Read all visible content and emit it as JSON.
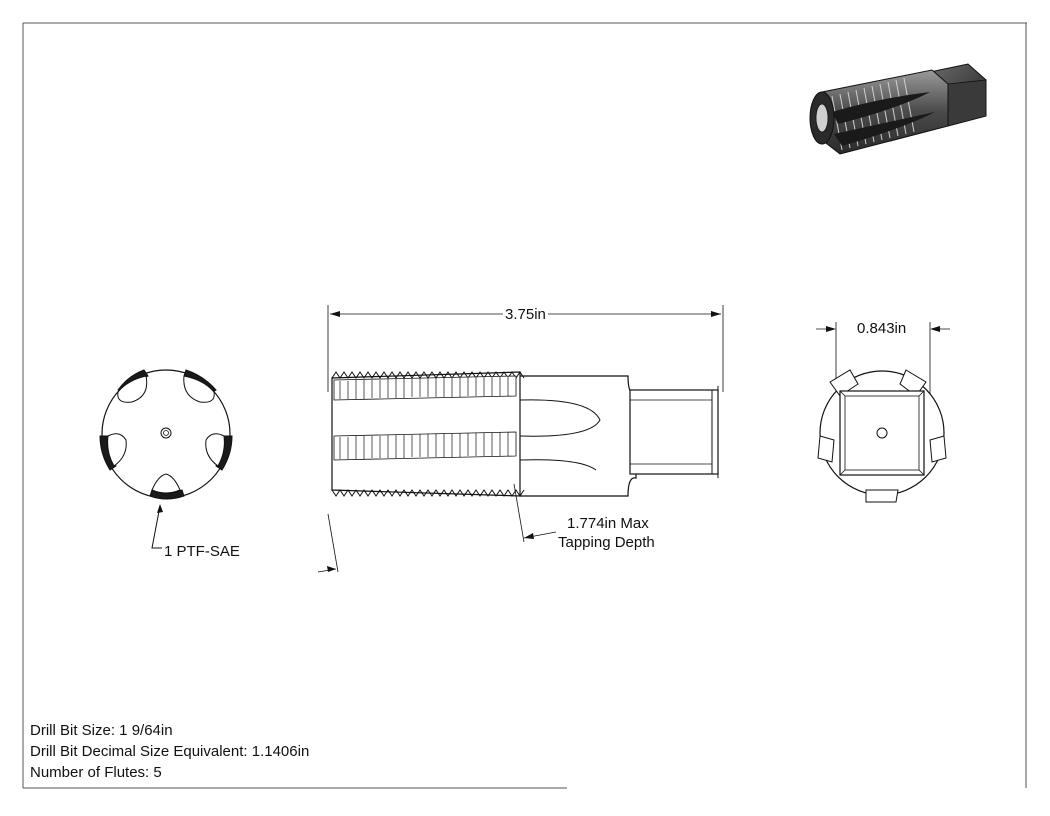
{
  "drawing": {
    "overall_length_label": "3.75in",
    "square_width_label": "0.843in",
    "thread_callout": "1 PTF-SAE",
    "tapping_depth_line1": "1.774in Max",
    "tapping_depth_line2": "Tapping Depth"
  },
  "specs": {
    "drill_bit_size": "Drill Bit Size: 1 9/64in",
    "drill_bit_decimal": "Drill Bit Decimal Size Equivalent: 1.1406in",
    "number_of_flutes": "Number of Flutes: 5"
  }
}
